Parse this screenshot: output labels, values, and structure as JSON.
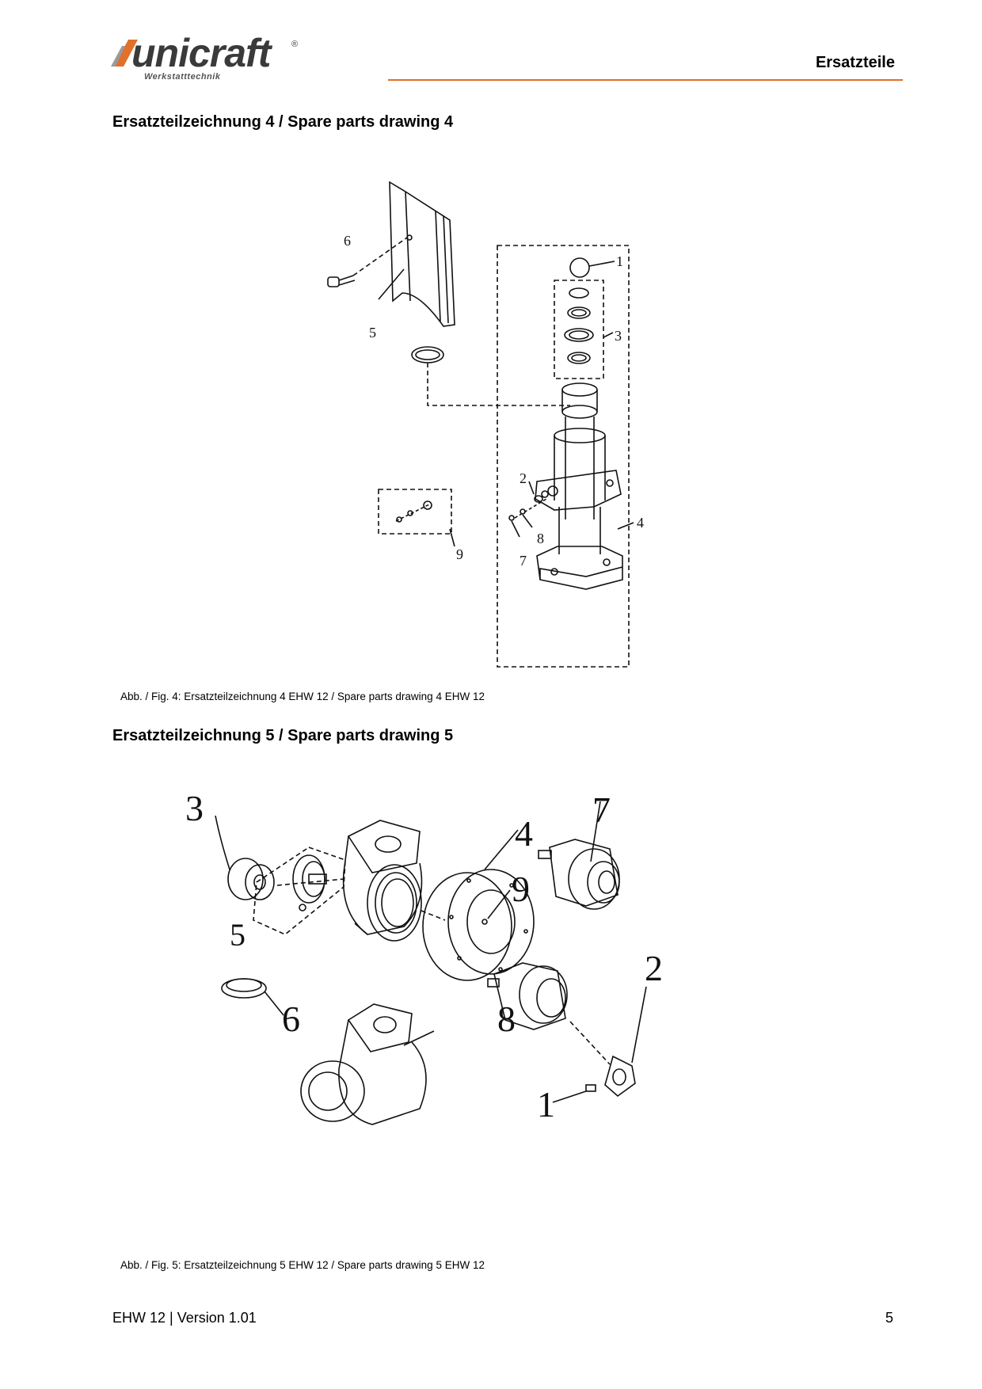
{
  "header": {
    "logo_text": "unicraft",
    "logo_registered": "®",
    "logo_subtitle": "Werkstatttechnik",
    "section": "Ersatzteile",
    "accent_color": "#e0702a"
  },
  "drawing4": {
    "title": "Ersatzteilzeichnung 4 / Spare parts drawing 4",
    "caption": "Abb. / Fig. 4: Ersatzteilzeichnung 4 EHW 12 / Spare parts drawing 4 EHW 12",
    "labels": [
      "1",
      "2",
      "3",
      "4",
      "5",
      "6",
      "7",
      "8",
      "9"
    ]
  },
  "drawing5": {
    "title": "Ersatzteilzeichnung 5 / Spare parts drawing 5",
    "caption": "Abb. / Fig. 5: Ersatzteilzeichnung 5 EHW 12 / Spare parts drawing 5 EHW 12",
    "labels": [
      "1",
      "2",
      "3",
      "4",
      "5",
      "6",
      "7",
      "8",
      "9"
    ]
  },
  "footer": {
    "doc_version": "EHW 12 | Version 1.01",
    "page_number": "5"
  }
}
